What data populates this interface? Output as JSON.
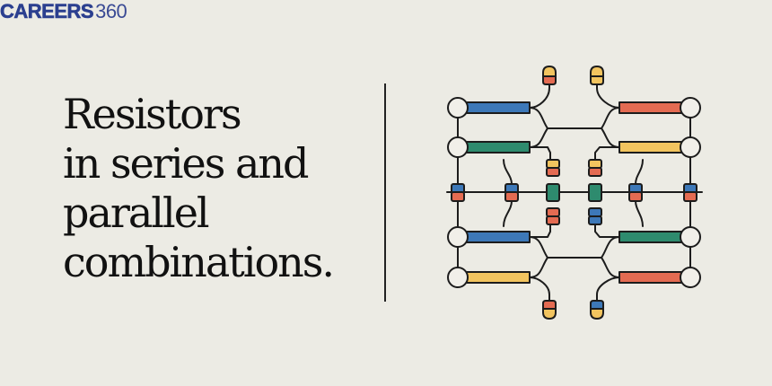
{
  "logo": {
    "brand": "CAREERS",
    "number": "360",
    "color": "#2b3f8f"
  },
  "title": {
    "lines": [
      "Resistors",
      "in series and",
      "parallel",
      "combinations."
    ]
  },
  "diagram": {
    "name": "resistor-network-illustration",
    "colors": {
      "blue": "#3d78b8",
      "green": "#2e8b6e",
      "red": "#e46b52",
      "yellow": "#f2c45f",
      "stroke": "#1c1c1c",
      "node_fill": "#f1efe9"
    },
    "horizontal_bars": [
      {
        "side": "left",
        "row": 1,
        "color": "blue"
      },
      {
        "side": "left",
        "row": 2,
        "color": "green"
      },
      {
        "side": "left",
        "row": 3,
        "color": "blue"
      },
      {
        "side": "left",
        "row": 4,
        "color": "yellow"
      },
      {
        "side": "right",
        "row": 1,
        "color": "red"
      },
      {
        "side": "right",
        "row": 2,
        "color": "yellow"
      },
      {
        "side": "right",
        "row": 3,
        "color": "green"
      },
      {
        "side": "right",
        "row": 4,
        "color": "red"
      }
    ],
    "nodes_count": 8
  }
}
